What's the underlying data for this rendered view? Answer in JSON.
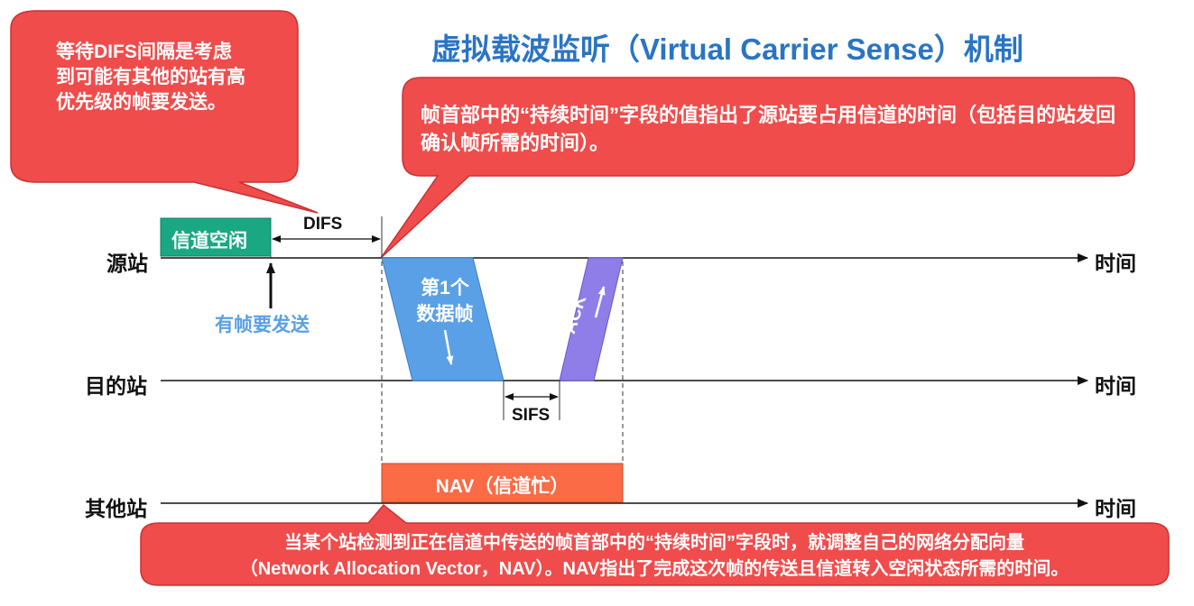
{
  "title": "虚拟载波监听（Virtual Carrier Sense）机制",
  "callouts": {
    "difs": "等待DIFS间隔是考虑到可能有其他的站有高优先级的帧要发送。",
    "header": "帧首部中的“持续时间”字段的值指出了源站要占用信道的时间（包括目的站发回确认帧所需的时间）。",
    "nav_line1": "当某个站检测到正在信道中传送的帧首部中的“持续时间”字段时，就调整自己的网络分配向量",
    "nav_line2": "（Network Allocation Vector，NAV）。NAV指出了完成这次帧的传送且信道转入空闲状态所需的时间。"
  },
  "rows": {
    "source": "源站",
    "destination": "目的站",
    "others": "其他站",
    "time": "时间"
  },
  "labels": {
    "channel_idle": "信道空闲",
    "difs": "DIFS",
    "has_frame": "有帧要发送",
    "data_frame_line1": "第1个",
    "data_frame_line2": "数据帧",
    "ack": "ACK",
    "sifs": "SIFS",
    "nav": "NAV（信道忙）"
  },
  "colors": {
    "title": "#2a74c4",
    "callout": "#f04c4c",
    "idle_box": "#1aa883",
    "data_frame": "#5aa0e6",
    "ack_frame": "#8f7de8",
    "nav_box": "#fb6b45",
    "has_frame_text": "#5aa0e6"
  }
}
